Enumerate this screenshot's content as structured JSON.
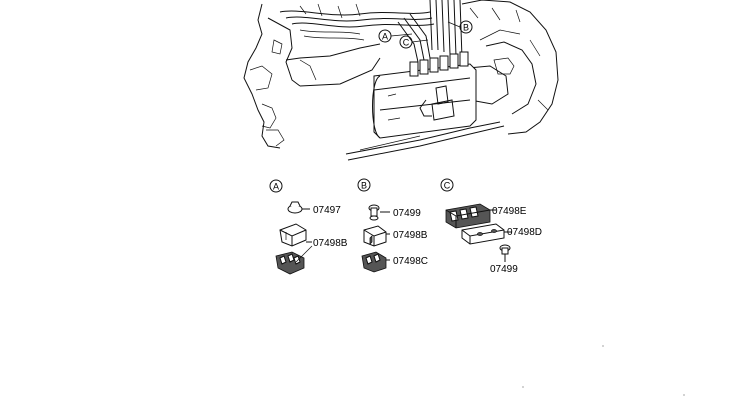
{
  "diagram": {
    "callouts": [
      "A",
      "B",
      "C"
    ],
    "groups": [
      {
        "letter": "A",
        "parts": [
          {
            "number": "07497"
          },
          {
            "number": "07498B"
          }
        ]
      },
      {
        "letter": "B",
        "parts": [
          {
            "number": "07499"
          },
          {
            "number": "07498B"
          },
          {
            "number": "07498C"
          }
        ]
      },
      {
        "letter": "C",
        "parts": [
          {
            "number": "07498E"
          },
          {
            "number": "07498D"
          },
          {
            "number": "07499"
          }
        ]
      }
    ]
  }
}
